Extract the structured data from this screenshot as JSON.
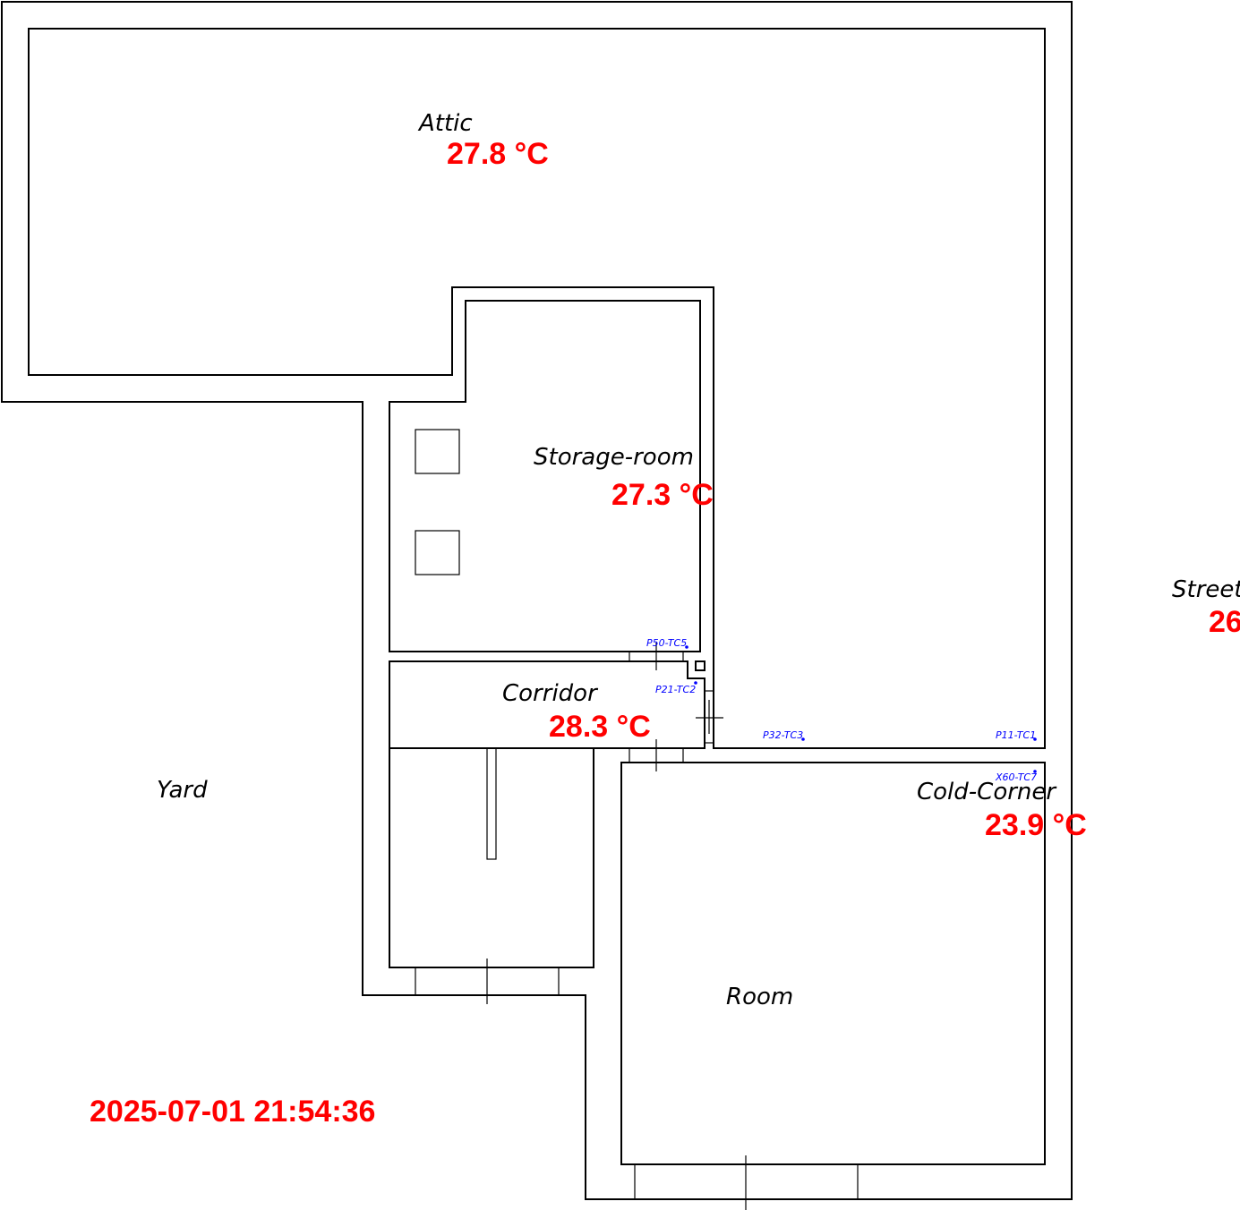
{
  "colors": {
    "temperature": "#ff0000",
    "sensor": "#0000ff",
    "wall": "#000000"
  },
  "rooms": {
    "attic": {
      "name": "Attic",
      "temperature": "27.8 °C"
    },
    "storage_room": {
      "name": "Storage-room",
      "temperature": "27.3 °C"
    },
    "corridor": {
      "name": "Corridor",
      "temperature": "28.3 °C"
    },
    "cold_corner": {
      "name": "Cold-Corner",
      "temperature": "23.9 °C"
    },
    "room": {
      "name": "Room"
    },
    "yard": {
      "name": "Yard"
    },
    "street": {
      "name": "Street",
      "temperature": "26"
    }
  },
  "sensors": {
    "p50_tc5": "P50-TC5",
    "p21_tc2": "P21-TC2",
    "p32_tc3": "P32-TC3",
    "p11_tc1": "P11-TC1",
    "x60_tc7": "X60-TC7"
  },
  "timestamp": "2025-07-01 21:54:36"
}
